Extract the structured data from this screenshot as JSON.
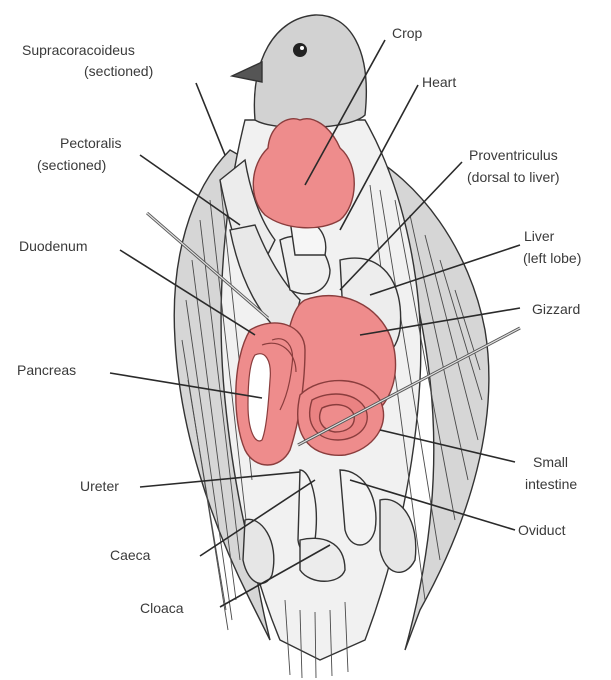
{
  "colors": {
    "organ": "#ee8c8c",
    "organ_dark": "#c96464",
    "body_fill": "#f4f4f4",
    "plumage": "#d9d9d9",
    "ink": "#2a2a2a",
    "label_text": "#3a3a3a"
  },
  "labels": {
    "supracoracoideus_1": "Supracoracoideus",
    "supracoracoideus_2": "(sectioned)",
    "crop": "Crop",
    "heart": "Heart",
    "pectoralis_1": "Pectoralis",
    "pectoralis_2": "(sectioned)",
    "proventriculus_1": "Proventriculus",
    "proventriculus_2": "(dorsal to liver)",
    "duodenum": "Duodenum",
    "liver_1": "Liver",
    "liver_2": "(left lobe)",
    "gizzard": "Gizzard",
    "pancreas": "Pancreas",
    "small_intestine_1": "Small",
    "small_intestine_2": "intestine",
    "ureter": "Ureter",
    "oviduct": "Oviduct",
    "caeca": "Caeca",
    "cloaca": "Cloaca"
  }
}
